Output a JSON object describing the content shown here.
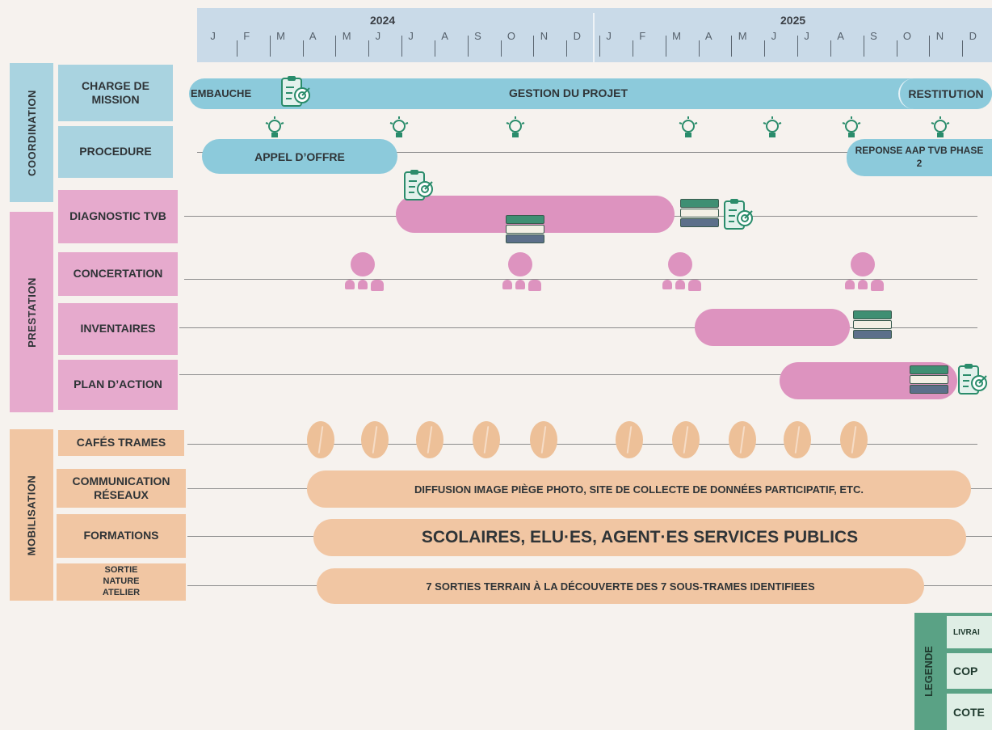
{
  "header": {
    "years": [
      "2024",
      "2025"
    ],
    "months_2024": [
      "J",
      "F",
      "M",
      "A",
      "M",
      "J",
      "J",
      "A",
      "S",
      "O",
      "N",
      "D"
    ],
    "months_2025": [
      "J",
      "F",
      "M",
      "A",
      "M",
      "J",
      "J",
      "A",
      "S",
      "O",
      "N",
      "D"
    ]
  },
  "groups": {
    "coordination": "COORDINATION",
    "prestation": "PRESTATION",
    "mobilisation": "MOBILISATION",
    "legende": "LEGENDE"
  },
  "rows": {
    "charge_de_mission": "CHARGE DE MISSION",
    "procedure": "PROCEDURE",
    "diagnostic": "DIAGNOSTIC TVB",
    "concertation": "CONCERTATION",
    "inventaires": "INVENTAIRES",
    "plan_action": "PLAN D’ACTION",
    "cafes": "CAFÉS TRAMES",
    "communication": "COMMUNICATION RÉSEAUX",
    "formations": "FORMATIONS",
    "sortie": "SORTIE NATURE ATELIER"
  },
  "bars": {
    "embauche": "EMBAUCHE",
    "gestion": "GESTION DU PROJET",
    "restitution": "RESTITUTION",
    "appel": "APPEL D’OFFRE",
    "reponse": "REPONSE AAP TVB PHASE 2",
    "communication": "DIFFUSION IMAGE PIÈGE PHOTO, SITE DE COLLECTE DE DONNÉES PARTICIPATIF, ETC.",
    "formations": "SCOLAIRES, ELU·ES, AGENT·ES SERVICES PUBLICS",
    "sortie": "7 SORTIES TERRAIN À LA DÉCOUVERTE DES 7 SOUS-TRAMES IDENTIFIEES"
  },
  "legend": {
    "item1": "LIVRAI",
    "item2": "COP",
    "item3": "COTE"
  },
  "icons": {
    "milestone": "clipboard-target-icon",
    "meeting": "lightbulb-icon",
    "deliverable": "books-icon",
    "concertation": "people-icon",
    "cafe": "coffee-bean-icon"
  },
  "colors": {
    "coordination": "#8ccadb",
    "prestation": "#dd93bf",
    "mobilisation": "#f1c6a3",
    "legend": "#5aa285",
    "header": "#c9dae8"
  }
}
